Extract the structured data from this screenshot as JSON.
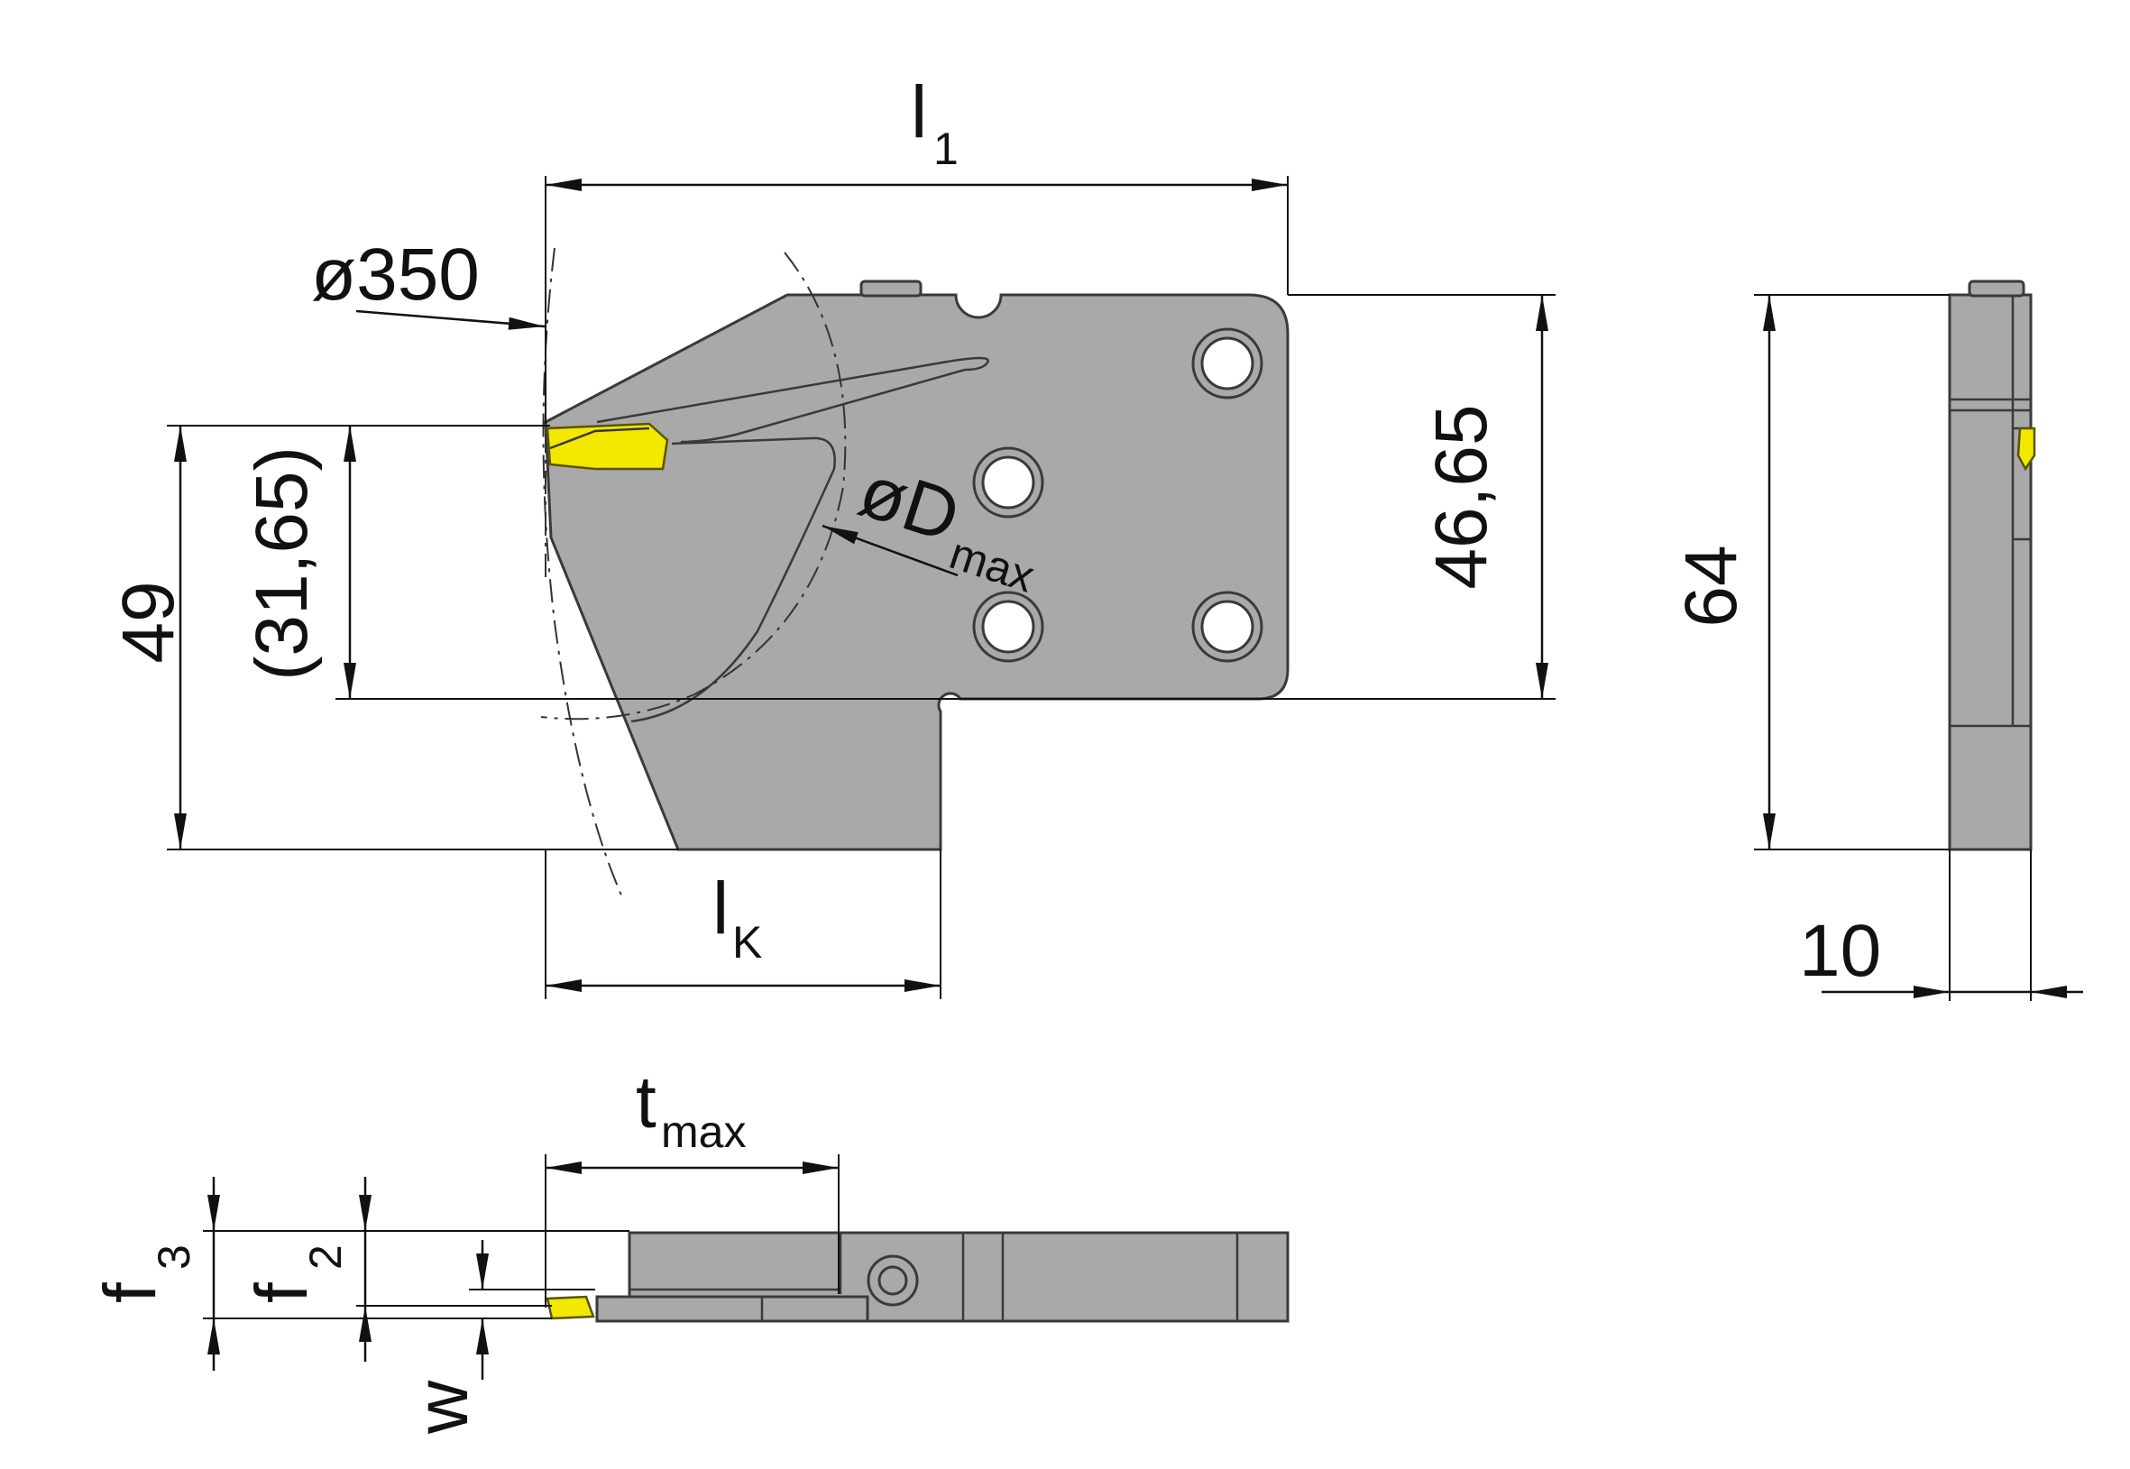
{
  "dimensions": {
    "l1": {
      "main": "l",
      "sub": "1"
    },
    "dia350": "ø350",
    "h46_65": "46,65",
    "h49": "49",
    "h31_65": "(31,65)",
    "dmax": {
      "main": "øD",
      "sub": "max"
    },
    "lk": {
      "main": "l",
      "sub": "K"
    },
    "h64": "64",
    "w10": "10",
    "tmax": {
      "main": "t",
      "sub": "max"
    },
    "f3": {
      "main": "f",
      "sub": "3"
    },
    "f2": {
      "main": "f",
      "sub": "2"
    },
    "w": "w"
  },
  "colors": {
    "body": "#a9a9a9",
    "insert": "#f2e800",
    "lines": "#111111"
  }
}
